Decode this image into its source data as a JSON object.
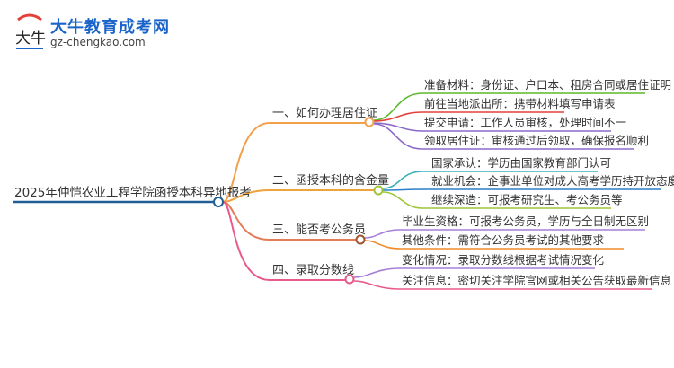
{
  "logo": {
    "title": "大牛教育成考网",
    "url": "gz-chengkao.com",
    "mark_text": "大牛"
  },
  "colors": {
    "root": "#1f5f95",
    "branch1": "#f2a04a",
    "branch2": "#f0a23b",
    "branch3": "#e57c58",
    "branch4": "#e85a8a",
    "leaf_green": "#5bb82a",
    "leaf_red": "#e4413a",
    "leaf_purple": "#8b6bc9",
    "leaf_teal": "#3ab0b8",
    "leaf_blue": "#2b7fc9",
    "leaf_lime": "#9ec637",
    "leaf_violet": "#a67fd9",
    "leaf_orange": "#f08a2a"
  },
  "mindmap": {
    "root": "2025年仲恺农业工程学院函授本科异地报考",
    "branches": [
      {
        "label": "一、如何办理居住证",
        "leaves": [
          "准备材料：身份证、户口本、租房合同或居住证明",
          "前往当地派出所：携带材料填写申请表",
          "提交申请：工作人员审核，处理时间不一",
          "领取居住证：审核通过后领取，确保报名顺利"
        ]
      },
      {
        "label": "二、函授本科的含金量",
        "leaves": [
          "国家承认：学历由国家教育部门认可",
          "就业机会：企事业单位对成人高考学历持开放态度",
          "继续深造：可报考研究生、考公务员等"
        ]
      },
      {
        "label": "三、能否考公务员",
        "leaves": [
          "毕业生资格：可报考公务员，学历与全日制无区别",
          "其他条件：需符合公务员考试的其他要求"
        ]
      },
      {
        "label": "四、录取分数线",
        "leaves": [
          "变化情况：录取分数线根据考试情况变化",
          "关注信息：密切关注学院官网或相关公告获取最新信息"
        ]
      }
    ]
  }
}
